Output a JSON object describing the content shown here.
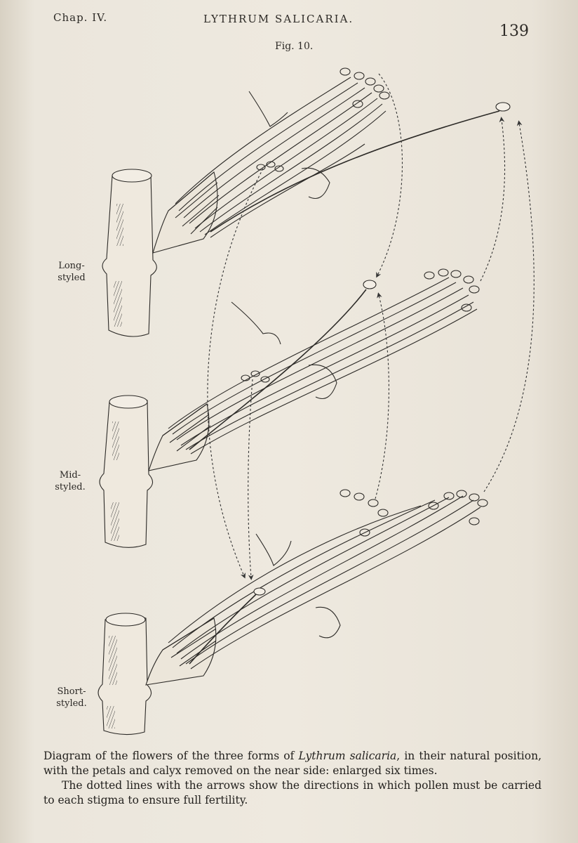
{
  "header": {
    "chapter": "Chap. IV.",
    "title": "LYTHRUM SALICARIA.",
    "page_number": "139"
  },
  "figure": {
    "label": "Fig. 10.",
    "forms": [
      {
        "label_line1": "Long-",
        "label_line2": "styled"
      },
      {
        "label_line1": "Mid-",
        "label_line2": "styled."
      },
      {
        "label_line1": "Short-",
        "label_line2": "styled."
      }
    ]
  },
  "caption": {
    "part1_before": "Diagram of the flowers of the three forms of ",
    "part1_italic": "Lythrum salicaria",
    "part1_after": ", in their natural position, with the petals and calyx removed on the near side: enlarged six times.",
    "part2": "The dotted lines with the arrows show the directions in which pollen must be carried to each stigma to ensure full fertility."
  }
}
